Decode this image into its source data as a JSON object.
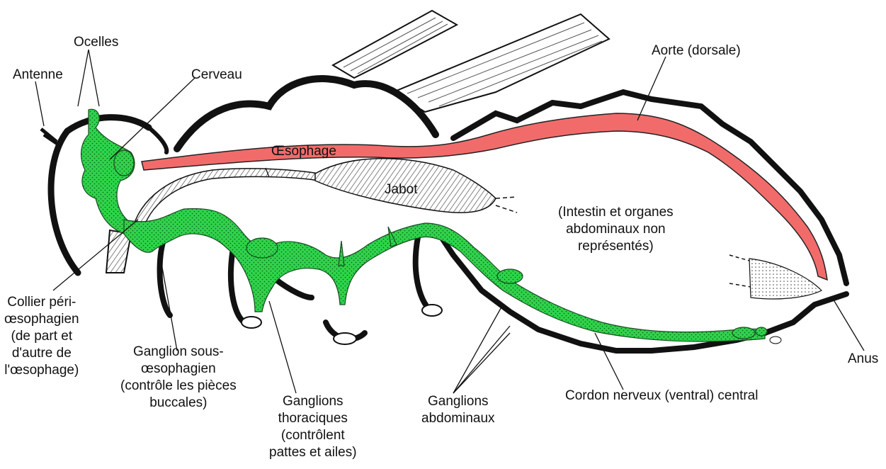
{
  "labels": {
    "ocelles": "Ocelles",
    "antenne": "Antenne",
    "cerveau": "Cerveau",
    "aorte": "Aorte (dorsale)",
    "oesophage": "Œsophage",
    "jabot": "Jabot",
    "intestin": "(Intestin et organes\nabdominaux non\nreprésentés)",
    "collier": "Collier péri-\nœsophagien\n(de part et\nd'autre de\nl'œsophage)",
    "ganglion_sous": "Ganglion sous-\nœsophagien\n(contrôle les pièces\nbuccales)",
    "ganglions_thoraciques": "Ganglions\nthoraciques\n(contrôlent\npattes et ailes)",
    "ganglions_abdominaux": "Ganglions\nabdominaux",
    "cordon": "Cordon nerveux (ventral) central",
    "anus": "Anus"
  },
  "colors": {
    "nervous_system": "#2fd34a",
    "aorta": "#f26b6b",
    "outline": "#111111",
    "background": "#ffffff"
  }
}
